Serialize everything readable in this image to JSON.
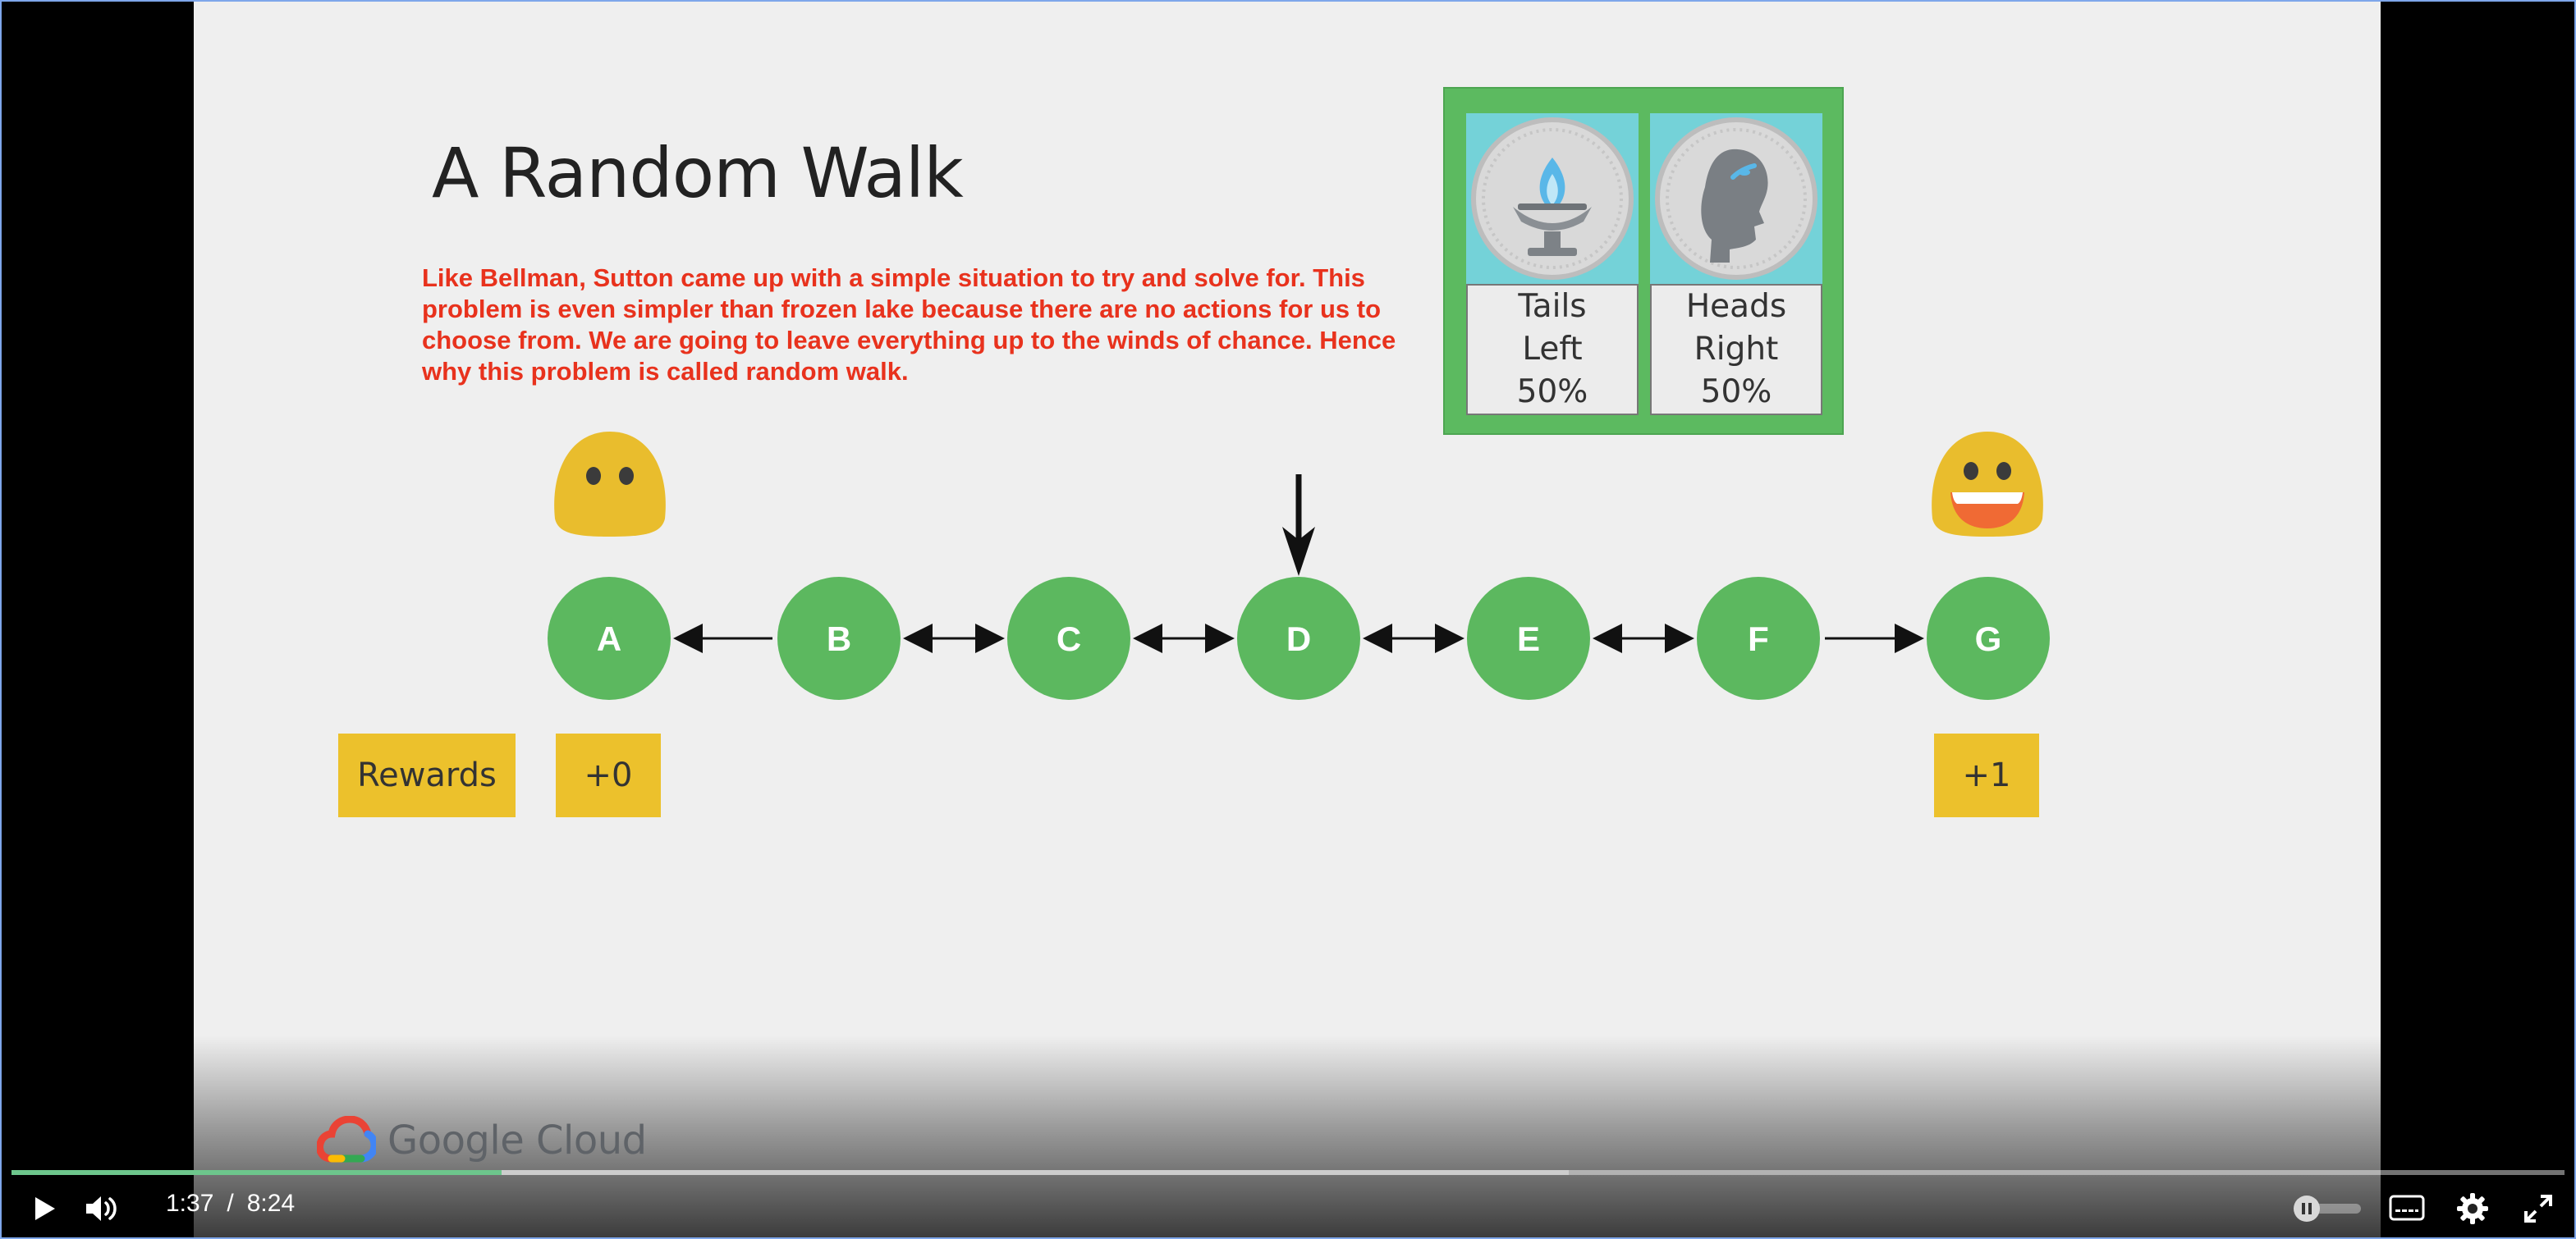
{
  "slide": {
    "title": "A Random Walk",
    "caption": "Like Bellman, Sutton came up with a simple situation to try and solve for. This problem is even simpler than frozen lake because there are no actions for us to choose from. We are going to leave everything up to the winds of chance. Hence why this problem is called random walk.",
    "coins": [
      {
        "face": "Tails",
        "direction": "Left",
        "probability": "50%"
      },
      {
        "face": "Heads",
        "direction": "Right",
        "probability": "50%"
      }
    ],
    "nodes": [
      "A",
      "B",
      "C",
      "D",
      "E",
      "F",
      "G"
    ],
    "start_node": "D",
    "rewards_label": "Rewards",
    "reward_left": "+0",
    "reward_right": "+1",
    "left_emoji": "neutral-face",
    "right_emoji": "grinning-face",
    "node_color": "#5cb85f",
    "reward_color": "#ecc12c",
    "caption_color": "#e8321d"
  },
  "branding": {
    "logo_text": "Google Cloud"
  },
  "player": {
    "current_time": "1:37",
    "separator": "/",
    "duration": "8:24",
    "progress_fraction": 0.192,
    "buffered_fraction": 0.61,
    "progress_color": "#1fa84f",
    "icons": [
      "play-icon",
      "volume-icon",
      "pause-toggle-icon",
      "captions-icon",
      "settings-icon",
      "fullscreen-icon"
    ]
  }
}
